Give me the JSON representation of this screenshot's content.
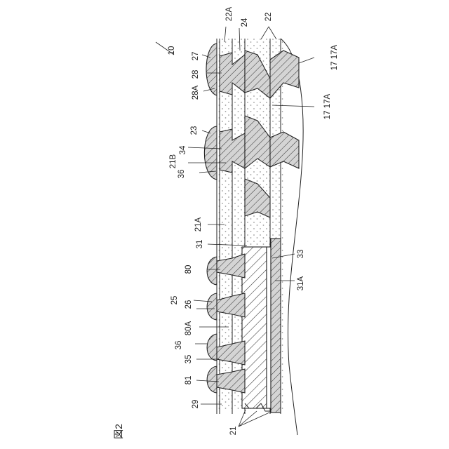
{
  "figure_label": "図2",
  "references": {
    "r10": "10",
    "r22A": "22A",
    "r24": "24",
    "r22": "22",
    "r27": "27",
    "r28": "28",
    "r28A": "28A",
    "r17_17A_top": "17 17A",
    "r17_17A_mid": "17 17A",
    "r23": "23",
    "r34": "34",
    "r21B": "21B",
    "r36_top": "36",
    "r21A": "21A",
    "r31": "31",
    "r33": "33",
    "r80": "80",
    "r31A": "31A",
    "r25": "25",
    "r26": "26",
    "r80A": "80A",
    "r36_bottom": "36",
    "r35": "35",
    "r81": "81",
    "r29": "29",
    "r21": "21"
  },
  "colors": {
    "ink": "#222222",
    "fill_gray": "#d4d4d4",
    "dots": "#9a9a9a",
    "paper": "#ffffff"
  }
}
